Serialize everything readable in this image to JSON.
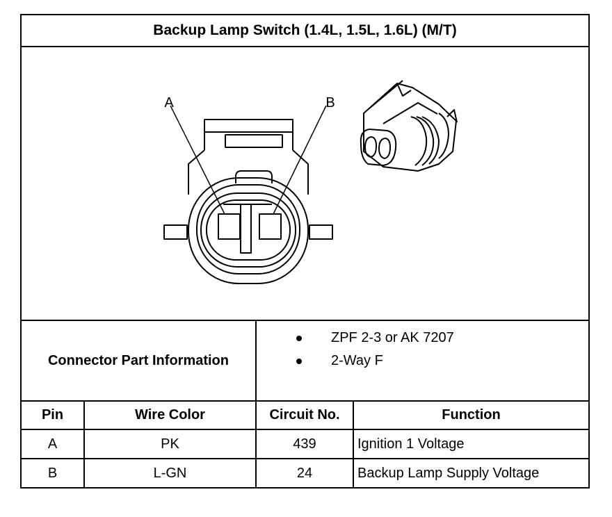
{
  "title": "Backup Lamp Switch (1.4L, 1.5L, 1.6L) (M/T)",
  "diagram": {
    "pin_label_a": "A",
    "pin_label_b": "B"
  },
  "connector_info": {
    "label": "Connector Part Information",
    "items": [
      "ZPF 2-3 or AK 7207",
      "2-Way F"
    ]
  },
  "table": {
    "headers": {
      "pin": "Pin",
      "wire_color": "Wire Color",
      "circuit": "Circuit No.",
      "function": "Function"
    },
    "rows": [
      {
        "pin": "A",
        "wire_color": "PK",
        "circuit": "439",
        "function": "Ignition 1 Voltage"
      },
      {
        "pin": "B",
        "wire_color": "L-GN",
        "circuit": "24",
        "function": "Backup Lamp Supply Voltage"
      }
    ]
  }
}
